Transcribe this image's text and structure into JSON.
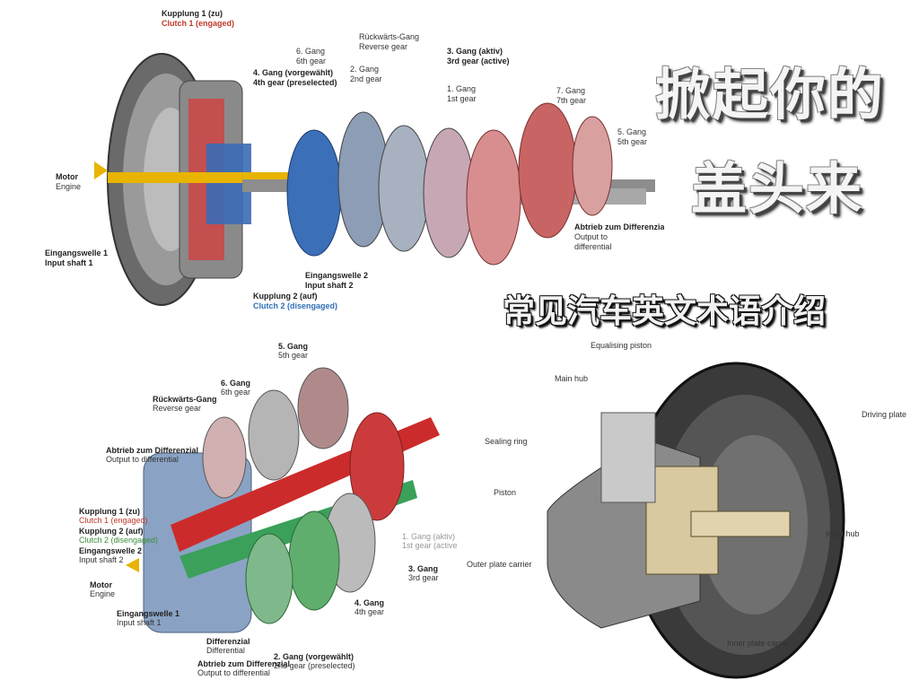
{
  "titles": {
    "line1": "掀起你的",
    "line2": "盖头来",
    "subtitle": "常见汽车英文术语介绍"
  },
  "top_diagram": {
    "labels": {
      "clutch1_de": "Kupplung 1 (zu)",
      "clutch1_en": "Clutch 1 (engaged)",
      "gear4_de": "4. Gang (vorgewählt)",
      "gear4_en": "4th gear (preselected)",
      "gear6_de": "6. Gang",
      "gear6_en": "6th gear",
      "gear2_de": "2. Gang",
      "gear2_en": "2nd gear",
      "reverse_de": "Rückwärts-Gang",
      "reverse_en": "Reverse gear",
      "gear3_de": "3. Gang (aktiv)",
      "gear3_en": "3rd gear (active)",
      "gear1_de": "1. Gang",
      "gear1_en": "1st gear",
      "gear7_de": "7. Gang",
      "gear7_en": "7th gear",
      "gear5_de": "5. Gang",
      "gear5_en": "5th gear",
      "motor_de": "Motor",
      "motor_en": "Engine",
      "input1_de": "Eingangswelle 1",
      "input1_en": "Input shaft 1",
      "input2_de": "Eingangswelle 2",
      "input2_en": "Input shaft 2",
      "clutch2_de": "Kupplung 2 (auf)",
      "clutch2_en": "Clutch 2 (disengaged)",
      "diff_de": "Abtrieb zum Differenzial",
      "diff_en1": "Output to",
      "diff_en2": "differential"
    }
  },
  "left_diagram": {
    "labels": {
      "gear5_de": "5. Gang",
      "gear5_en": "5th gear",
      "gear6_de": "6. Gang",
      "gear6_en": "6th gear",
      "reverse_de": "Rückwärts-Gang",
      "reverse_en": "Reverse gear",
      "diff_out_de": "Abtrieb zum Differenzial",
      "diff_out_en": "Output to differential",
      "clutch1_de": "Kupplung 1 (zu)",
      "clutch1_en": "Clutch 1 (engaged)",
      "clutch2_de": "Kupplung 2 (auf)",
      "clutch2_en": "Clutch 2 (disengaged)",
      "input2_de": "Eingangswelle 2",
      "input2_en": "Input shaft 2",
      "motor_de": "Motor",
      "motor_en": "Engine",
      "input1_de": "Eingangswelle 1",
      "input1_en": "Input shaft 1",
      "differential_de": "Differenzial",
      "differential_en": "Differential",
      "diff_out2_de": "Abtrieb zum Differenzial",
      "diff_out2_en": "Output to differential",
      "gear2_de": "2. Gang (vorgewählt)",
      "gear2_en": "2nd gear (preselected)",
      "gear4_de": "4. Gang",
      "gear4_en": "4th gear",
      "gear3_de": "3. Gang",
      "gear3_en": "3rd gear",
      "gear1_de": "1. Gang (aktiv)",
      "gear1_en": "1st gear (active)"
    }
  },
  "right_diagram": {
    "labels": {
      "equalising_piston": "Equalising piston",
      "main_hub": "Main hub",
      "driving_plate": "Driving plate",
      "sealing_ring": "Sealing ring",
      "piston": "Piston",
      "input_hub": "Input hub",
      "outer_plate_carrier": "Outer plate carrier",
      "inner_plate_carrier": "Inner plate carrier"
    }
  }
}
